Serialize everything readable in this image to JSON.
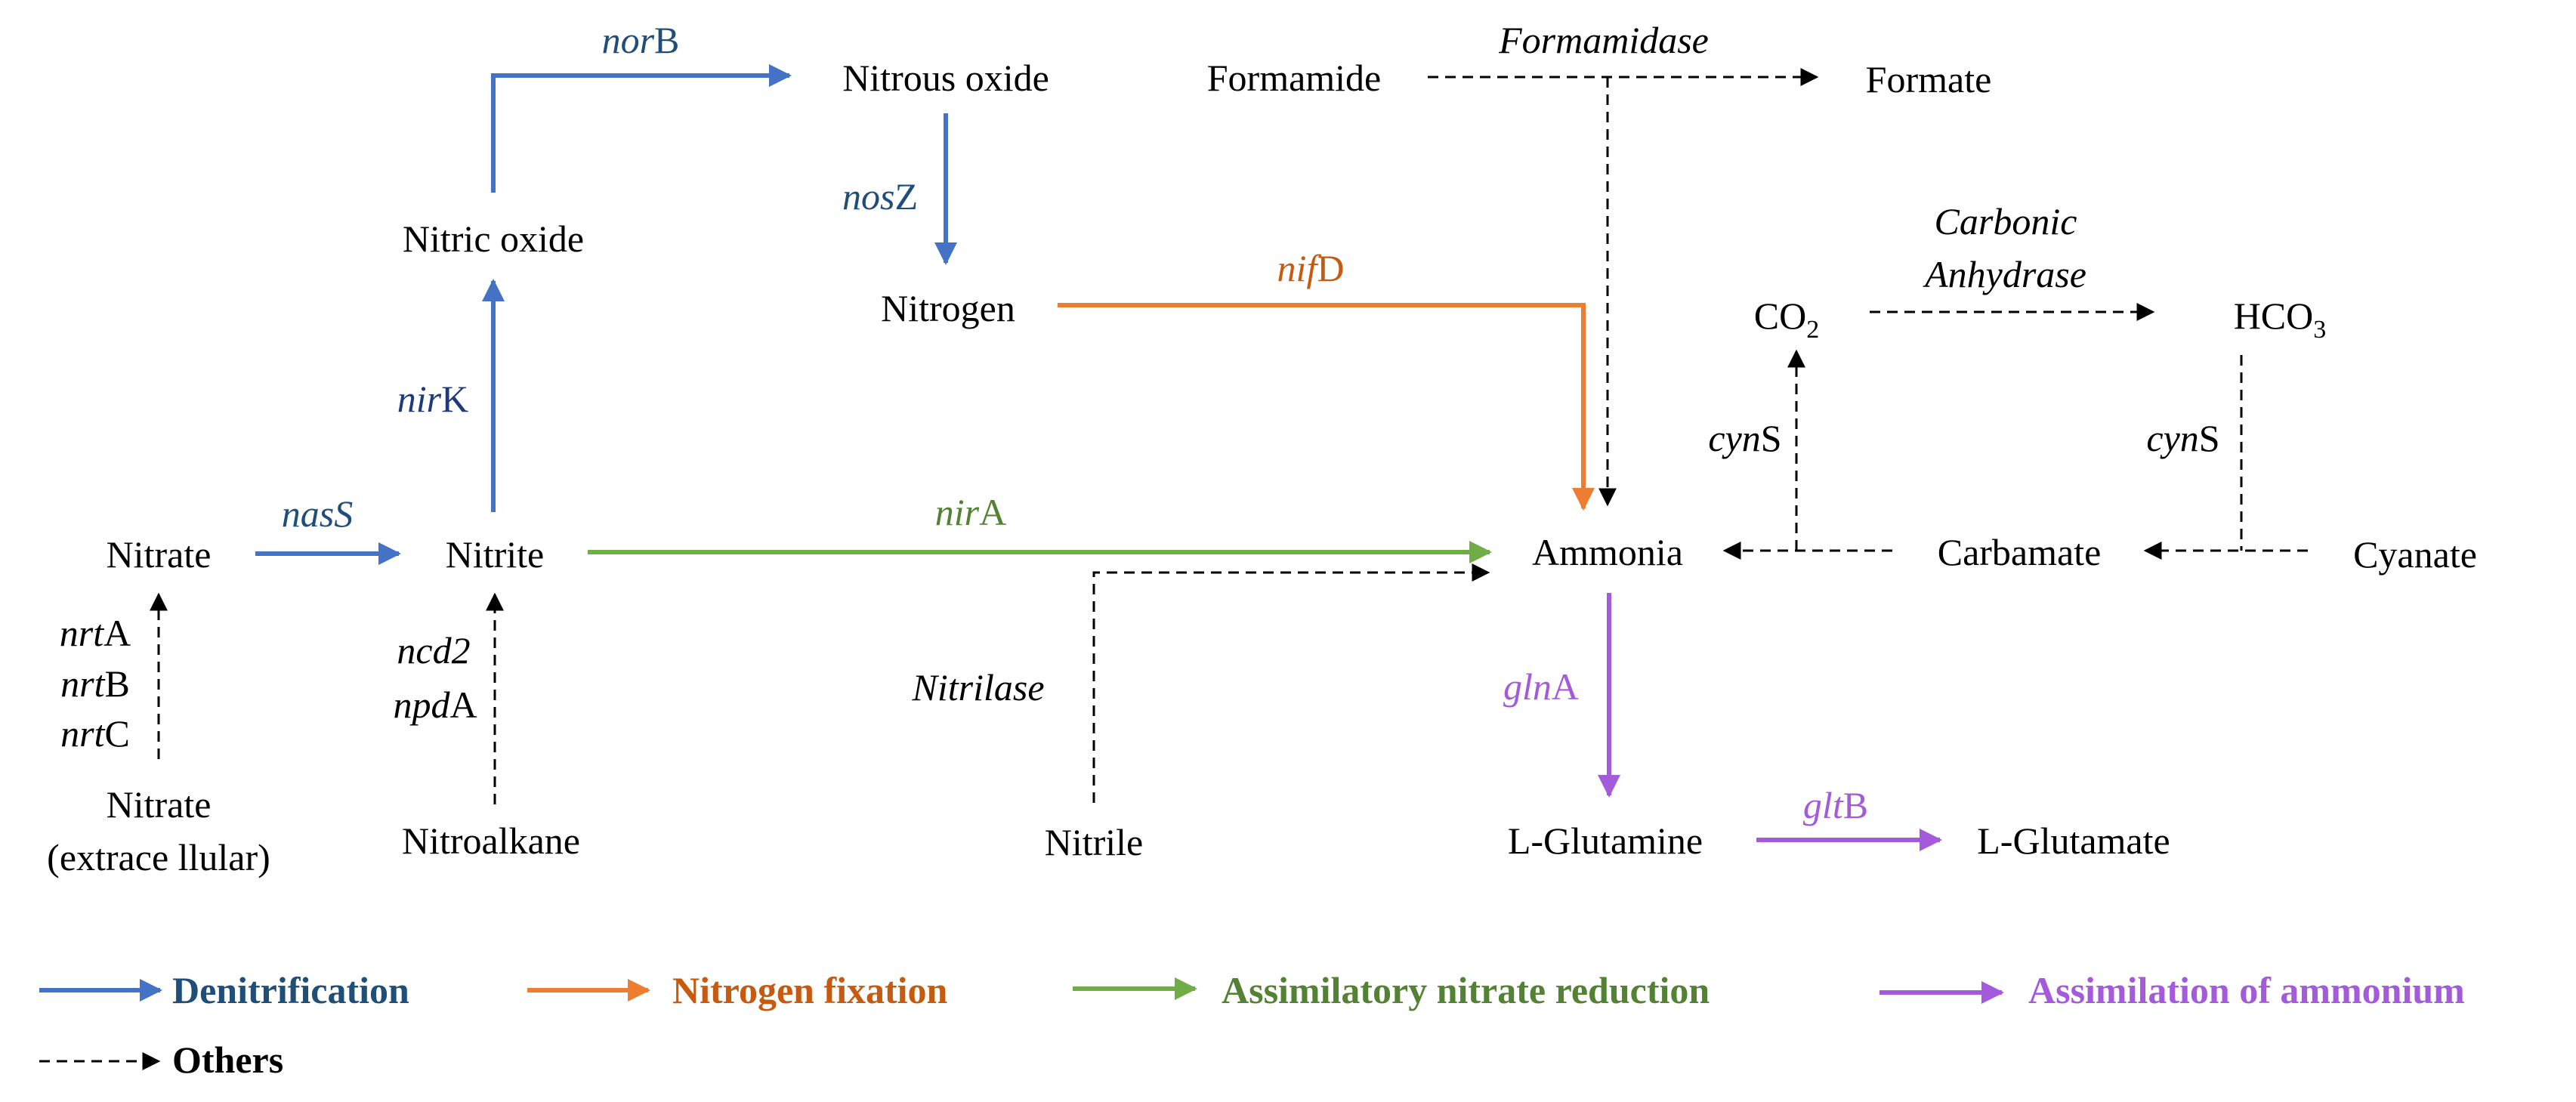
{
  "colors": {
    "denitrification": "#4472C4",
    "nitrogen_fixation": "#ED7D31",
    "assimilatory_nitrate_reduction": "#70AD47",
    "assimilation_of_ammonium": "#A35BDB",
    "others": "#000000",
    "gene_blue": "#1F4E79",
    "gene_navy": "#1F3A78",
    "legend_blue": "#1F4E79",
    "legend_orange": "#C55A11",
    "legend_green": "#548235"
  },
  "nodes": {
    "nitrate": "Nitrate",
    "nitrate_extracellular_line1": "Nitrate",
    "nitrate_extracellular_line2": "(extrace llular)",
    "nitrite": "Nitrite",
    "nitroalkane": "Nitroalkane",
    "nitric_oxide": "Nitric oxide",
    "nitrous_oxide": "Nitrous oxide",
    "nitrogen": "Nitrogen",
    "formamide": "Formamide",
    "formate": "Formate",
    "co2_base": "CO",
    "co2_sub": "2",
    "hco3_base": "HCO",
    "hco3_sub": "3",
    "ammonia": "Ammonia",
    "carbamate": "Carbamate",
    "cyanate": "Cyanate",
    "nitrile": "Nitrile",
    "l_glutamine": "L-Glutamine",
    "l_glutamate": "L-Glutamate"
  },
  "genes": {
    "nasS": "nasS",
    "nirK_i": "nir",
    "nirK_r": "K",
    "norB_i": "nor",
    "norB_r": "B",
    "nosZ_i": "nos",
    "nosZ_r": "Z",
    "nifD_i": "nif",
    "nifD_r": "D",
    "nirA_i": "nir",
    "nirA_r": "A",
    "glnA_i": "gln",
    "glnA_r": "A",
    "gltB_i": "glt",
    "gltB_r": "B",
    "nrtA_i": "nrt",
    "nrtA_r": "A",
    "nrtB_i": "nrt",
    "nrtB_r": "B",
    "nrtC_i": "nrt",
    "nrtC_r": "C",
    "ncd2": "ncd2",
    "npdA_i": "npd",
    "npdA_r": "A",
    "cynS_left_i": "cyn",
    "cynS_left_r": "S",
    "cynS_right_i": "cyn",
    "cynS_right_r": "S"
  },
  "enzymes": {
    "formamidase": "Formamidase",
    "carbonic_line1": "Carbonic",
    "carbonic_line2": "Anhydrase",
    "nitrilase": "Nitrilase"
  },
  "legend": {
    "denitrification": "Denitrification",
    "nitrogen_fixation": "Nitrogen fixation",
    "assimilatory_nitrate_reduction": "Assimilatory nitrate reduction",
    "assimilation_of_ammonium": "Assimilation of ammonium",
    "others": "Others"
  }
}
